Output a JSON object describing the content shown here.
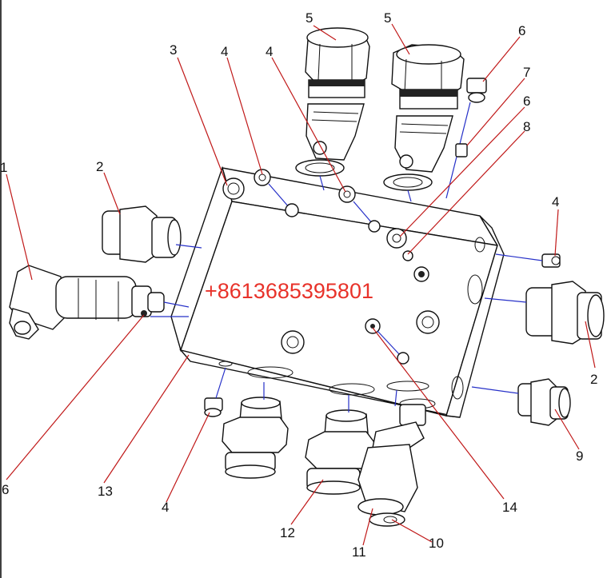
{
  "watermark": "+8613685395801",
  "labels": [
    {
      "id": "lbl-1",
      "text": "1"
    },
    {
      "id": "lbl-2a",
      "text": "2"
    },
    {
      "id": "lbl-3",
      "text": "3"
    },
    {
      "id": "lbl-4a",
      "text": "4"
    },
    {
      "id": "lbl-4b",
      "text": "4"
    },
    {
      "id": "lbl-5a",
      "text": "5"
    },
    {
      "id": "lbl-5b",
      "text": "5"
    },
    {
      "id": "lbl-6a",
      "text": "6"
    },
    {
      "id": "lbl-7",
      "text": "7"
    },
    {
      "id": "lbl-6b",
      "text": "6"
    },
    {
      "id": "lbl-8",
      "text": "8"
    },
    {
      "id": "lbl-4c",
      "text": "4"
    },
    {
      "id": "lbl-2b",
      "text": "2"
    },
    {
      "id": "lbl-9",
      "text": "9"
    },
    {
      "id": "lbl-14",
      "text": "14"
    },
    {
      "id": "lbl-10",
      "text": "10"
    },
    {
      "id": "lbl-11",
      "text": "11"
    },
    {
      "id": "lbl-12",
      "text": "12"
    },
    {
      "id": "lbl-4d",
      "text": "4"
    },
    {
      "id": "lbl-13",
      "text": "13"
    },
    {
      "id": "lbl-6c",
      "text": "6"
    }
  ],
  "colors": {
    "leader": "#c01818",
    "axis": "#2630c8",
    "watermark": "#e8322a"
  }
}
